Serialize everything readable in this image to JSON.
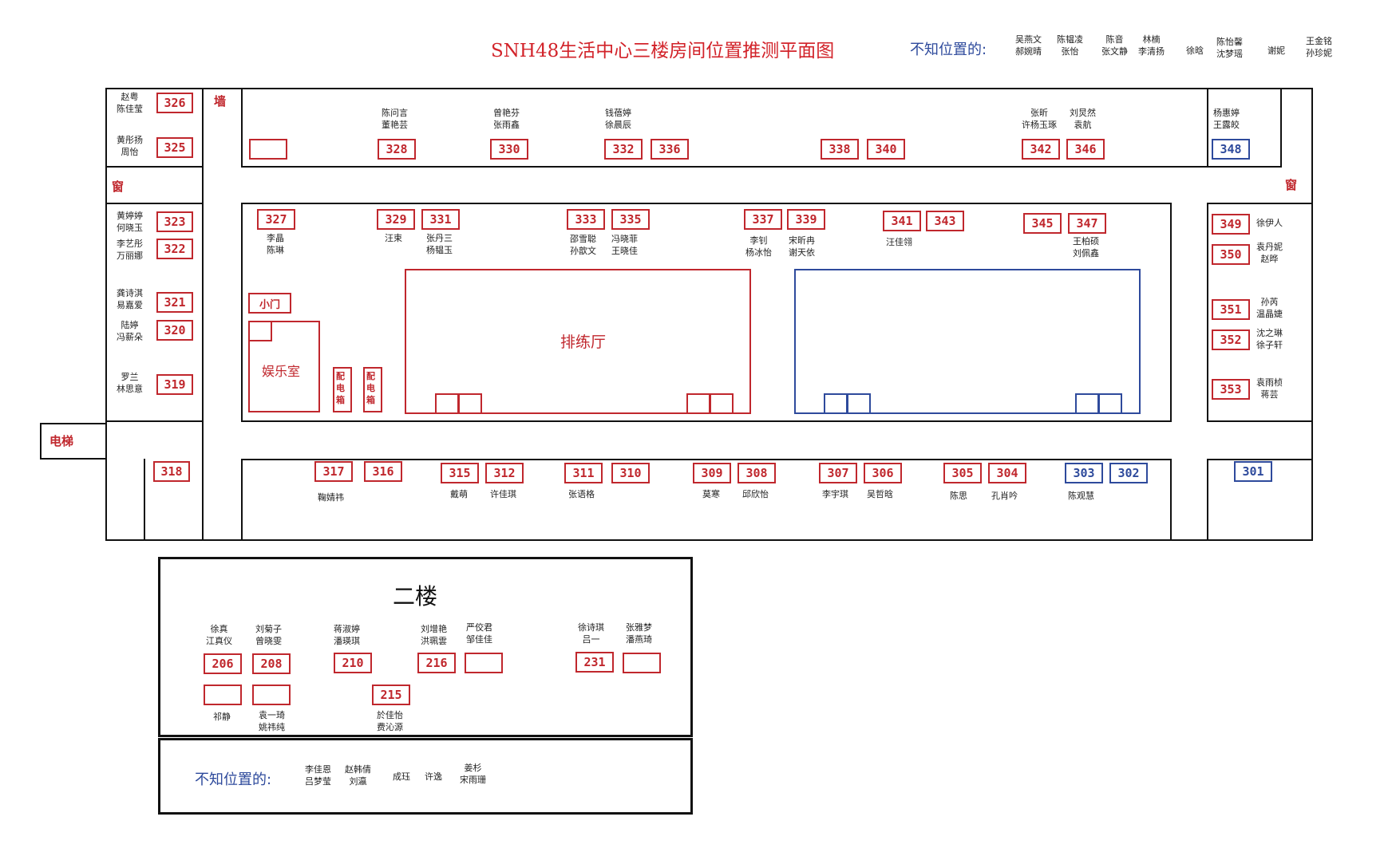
{
  "title": "SNH48生活中心三楼房间位置推测平面图",
  "unknown_label": "不知位置的:",
  "unknown_top": [
    "吴燕文\n郝婉晴",
    "陈韫凌\n张怡",
    "陈音\n张文静",
    "林楠\n李清扬",
    "徐晗",
    "陈怡馨\n沈梦瑶",
    "谢妮",
    "王金铭\n孙珍妮"
  ],
  "labels": {
    "wall": "墙",
    "window": "窗",
    "elevator": "电梯",
    "small_door": "小门",
    "rec_room": "娱乐室",
    "dist_box": "配电箱",
    "rehearsal_hall": "排练厅"
  },
  "rooms": {
    "r326": "326",
    "r325": "325",
    "r323": "323",
    "r322": "322",
    "r321": "321",
    "r320": "320",
    "r319": "319",
    "r318": "318",
    "r328": "328",
    "r330": "330",
    "r332": "332",
    "r336": "336",
    "r338": "338",
    "r340": "340",
    "r342": "342",
    "r346": "346",
    "r348": "348",
    "r327": "327",
    "r329": "329",
    "r331": "331",
    "r333": "333",
    "r335": "335",
    "r337": "337",
    "r339": "339",
    "r341": "341",
    "r343": "343",
    "r345": "345",
    "r347": "347",
    "r349": "349",
    "r350": "350",
    "r351": "351",
    "r352": "352",
    "r353": "353",
    "r317": "317",
    "r316": "316",
    "r315": "315",
    "r312": "312",
    "r311": "311",
    "r310": "310",
    "r309": "309",
    "r308": "308",
    "r307": "307",
    "r306": "306",
    "r305": "305",
    "r304": "304",
    "r303": "303",
    "r302": "302",
    "r301": "301",
    "r206": "206",
    "r208": "208",
    "r210": "210",
    "r216": "216",
    "r231": "231",
    "r215": "215"
  },
  "names": {
    "n326": "赵粤\n陈佳莹",
    "n325": "黄彤扬\n周怡",
    "n323": "黄婷婷\n何晓玉",
    "n322": "李艺彤\n万丽娜",
    "n321": "龚诗淇\n易嘉爱",
    "n320": "陆婷\n冯薪朵",
    "n319": "罗兰\n林思意",
    "n328": "陈问言\n董艳芸",
    "n330": "曾艳芬\n张雨鑫",
    "n332": "钱蓓婷\n徐晨辰",
    "n342": "张昕\n许杨玉琢",
    "n346": "刘炅然\n袁航",
    "n348": "杨惠婷\n王露皎",
    "n327": "李晶\n陈琳",
    "n329": "汪束",
    "n331": "张丹三\n杨韫玉",
    "n333": "邵雪聪\n孙歆文",
    "n335": "冯晓菲\n王晓佳",
    "n337": "李钊\n杨冰怡",
    "n339": "宋昕冉\n谢天依",
    "n341": "汪佳翎",
    "n347": "王柏硕\n刘佩鑫",
    "n349": "徐伊人",
    "n350": "袁丹妮\n赵晔",
    "n351": "孙芮\n温晶婕",
    "n352": "沈之琳\n徐子轩",
    "n353": "袁雨桢\n蒋芸",
    "n317": "鞠婧祎",
    "n315": "戴萌",
    "n312": "许佳琪",
    "n311": "张语格",
    "n309": "莫寒",
    "n308": "邱欣怡",
    "n307": "李宇琪",
    "n306": "吴哲晗",
    "n305": "陈思",
    "n304": "孔肖吟",
    "n303": "陈观慧"
  },
  "second_floor": {
    "title": "二楼",
    "names": {
      "n206": "徐真\n江真仪",
      "n208": "刘菊子\n曾晓雯",
      "n210": "蒋淑婷\n潘瑛琪",
      "n216": "刘增艳\n洪珮雲",
      "nblank1": "严佼君\n邹佳佳",
      "n231": "徐诗琪\n吕一",
      "nblank2": "张雅梦\n潘燕琦",
      "nblank3": "祁静",
      "nblank4": "袁一琦\n姚祎纯",
      "n215": "於佳怡\n费沁源"
    },
    "unknown_label": "不知位置的:",
    "unknown": [
      "李佳恩\n吕梦莹",
      "赵韩倩\n刘瀛",
      "成珏",
      "许逸",
      "姜杉\n宋雨珊"
    ]
  },
  "colors": {
    "room_red": "#c0272d",
    "room_blue": "#2e4a9c",
    "wall": "#111111"
  }
}
